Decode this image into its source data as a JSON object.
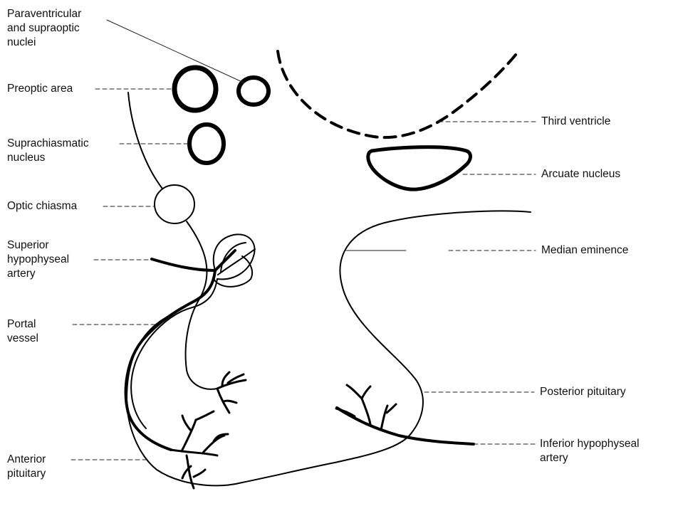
{
  "labels": {
    "paraventricular": [
      "Paraventricular",
      "and supraoptic",
      "nuclei"
    ],
    "preoptic": [
      "Preoptic area"
    ],
    "suprachiasmatic": [
      "Suprachiasmatic",
      "nucleus"
    ],
    "optic_chiasma": [
      "Optic chiasma"
    ],
    "superior_artery": [
      "Superior",
      "hypophyseal",
      "artery"
    ],
    "portal_vessel": [
      "Portal",
      "vessel"
    ],
    "anterior_pituitary": [
      "Anterior",
      "pituitary"
    ],
    "third_ventricle": [
      "Third ventricle"
    ],
    "arcuate_nucleus": [
      "Arcuate nucleus"
    ],
    "median_eminence": [
      "Median eminence"
    ],
    "posterior_pituitary": [
      "Posterior pituitary"
    ],
    "inferior_artery": [
      "Inferior hypophyseal",
      "artery"
    ]
  }
}
